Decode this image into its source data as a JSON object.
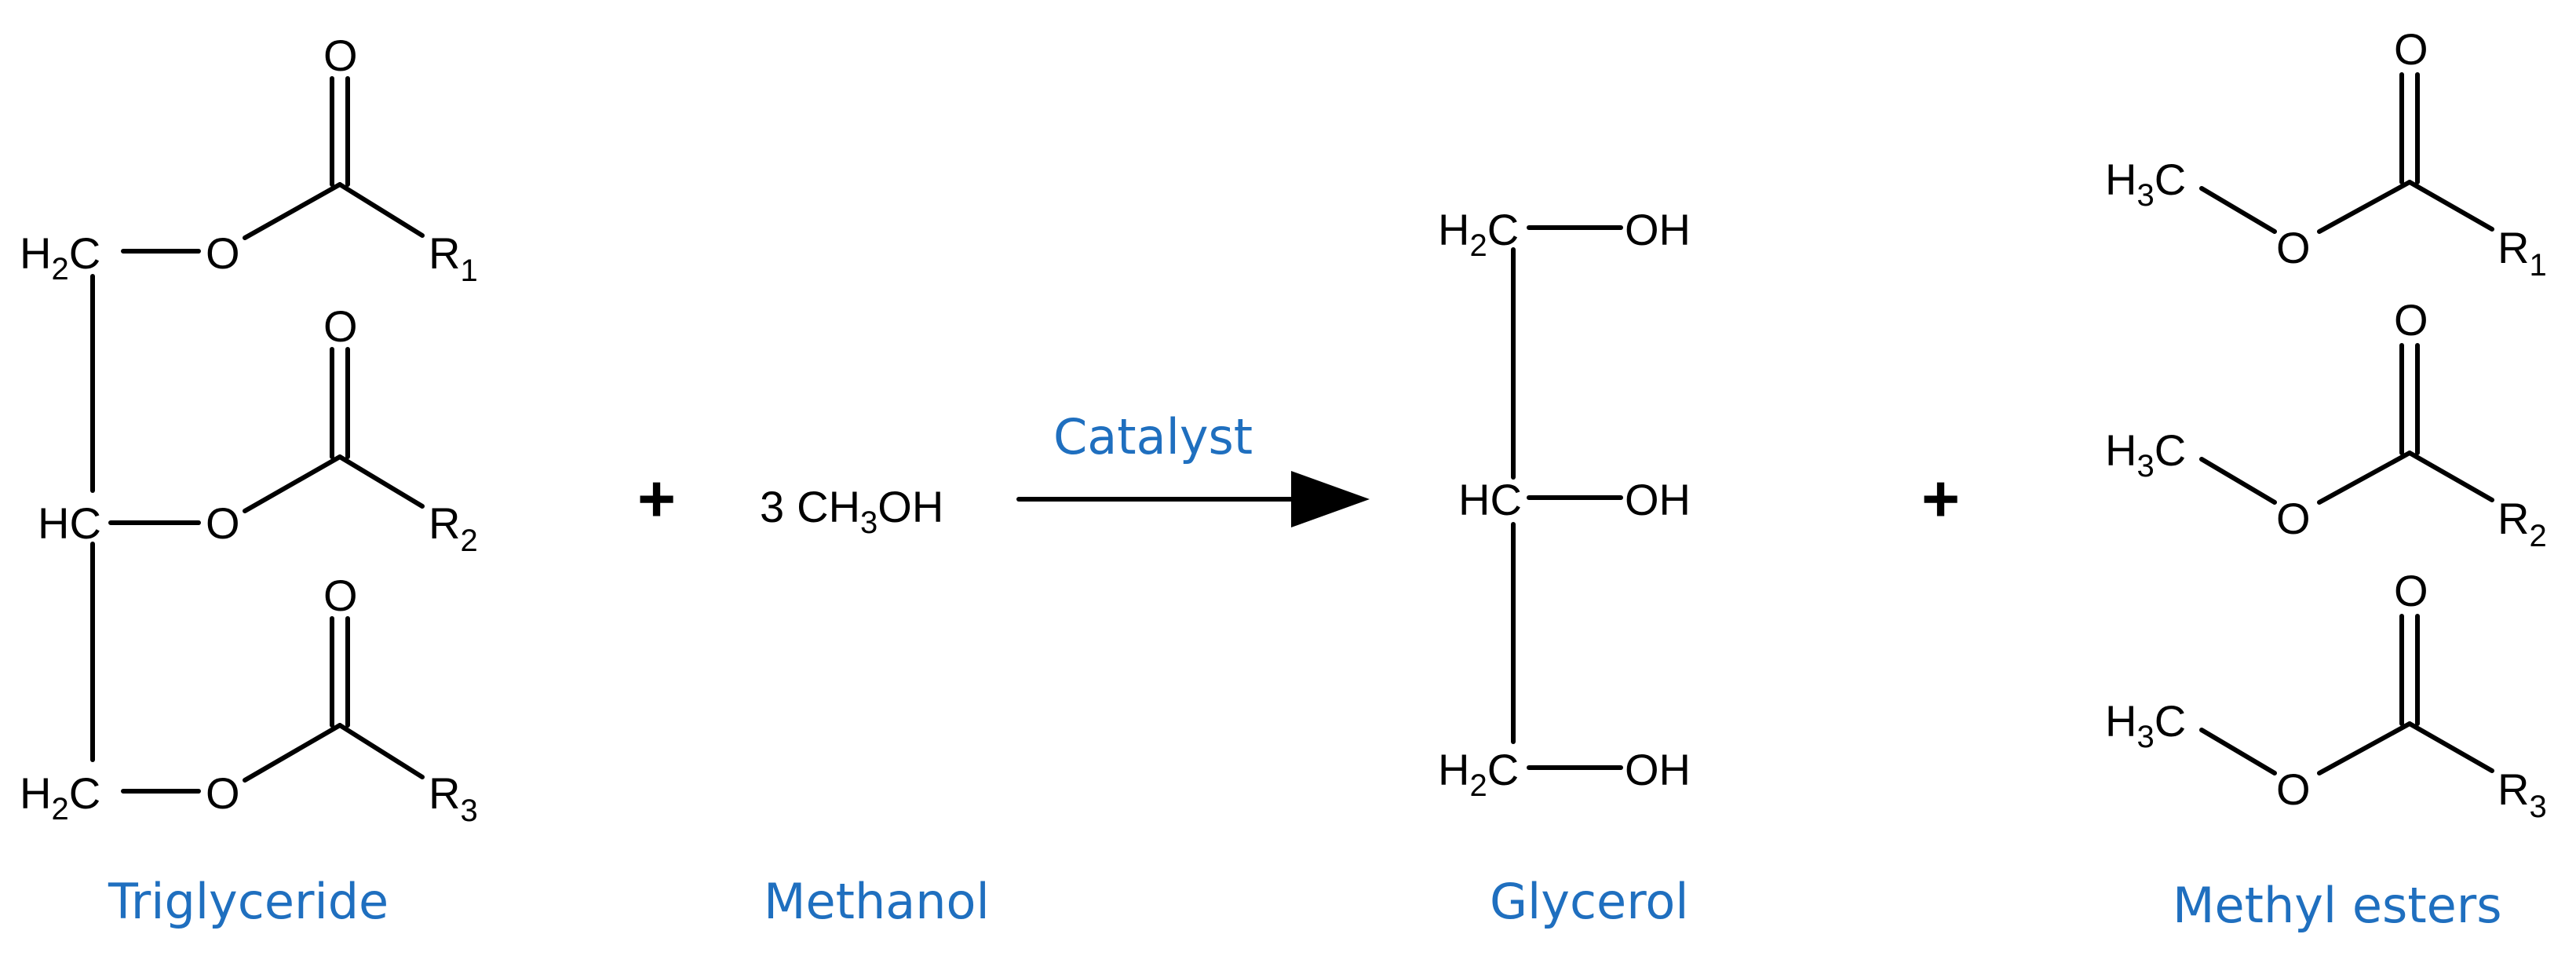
{
  "colors": {
    "caption": "#1f6fbf",
    "structure": "#000000"
  },
  "atoms": {
    "O": "O",
    "OH": "OH",
    "H": "H",
    "C": "C",
    "HC": "HC",
    "R": "R",
    "sub2": "2",
    "sub3": "3",
    "r1": "1",
    "r2": "2",
    "r3": "3"
  },
  "reaction": {
    "plus": "+",
    "catalyst": "Catalyst"
  },
  "methanol": {
    "coefficient": "3",
    "formula_a": "CH",
    "formula_sub": "3",
    "formula_b": "OH"
  },
  "labels": {
    "triglyceride": "Triglyceride",
    "methanol": "Methanol",
    "glycerol": "Glycerol",
    "methyl_esters": "Methyl esters"
  }
}
